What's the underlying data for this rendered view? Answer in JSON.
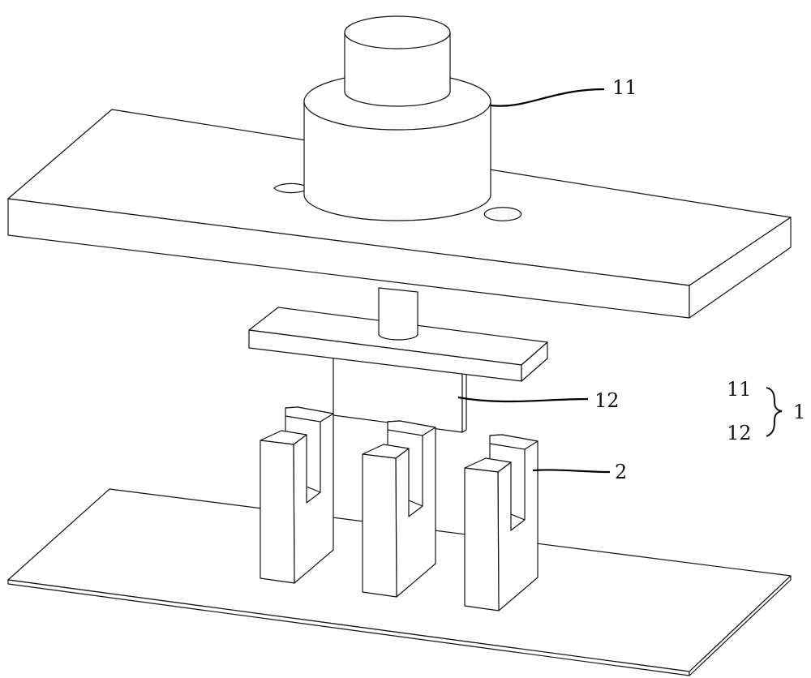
{
  "labels": {
    "motor": "11",
    "plate": "12",
    "clamp": "2",
    "legend_11": "11",
    "legend_12": "12",
    "legend_group": "1"
  }
}
